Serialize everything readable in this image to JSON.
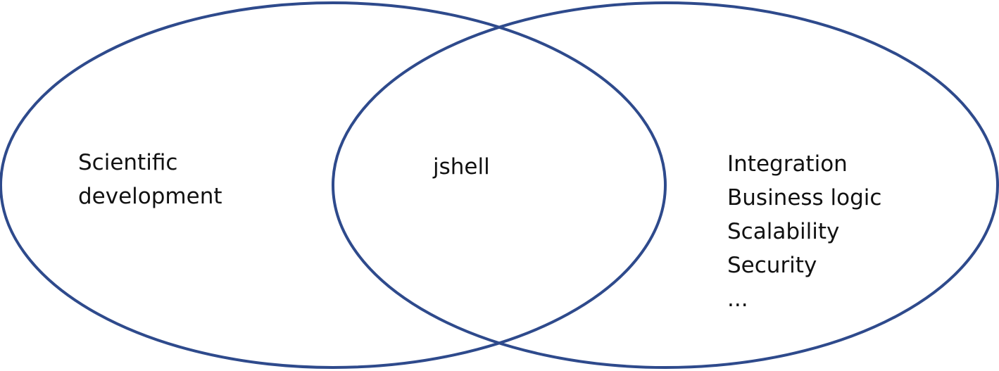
{
  "diagram": {
    "type": "venn",
    "stroke_color": "#2e4a8c",
    "left_set": {
      "lines": [
        "Scientific",
        "development"
      ]
    },
    "intersection": {
      "lines": [
        "jshell"
      ]
    },
    "right_set": {
      "lines": [
        "Integration",
        "Business logic",
        "Scalability",
        "Security",
        "..."
      ]
    }
  }
}
